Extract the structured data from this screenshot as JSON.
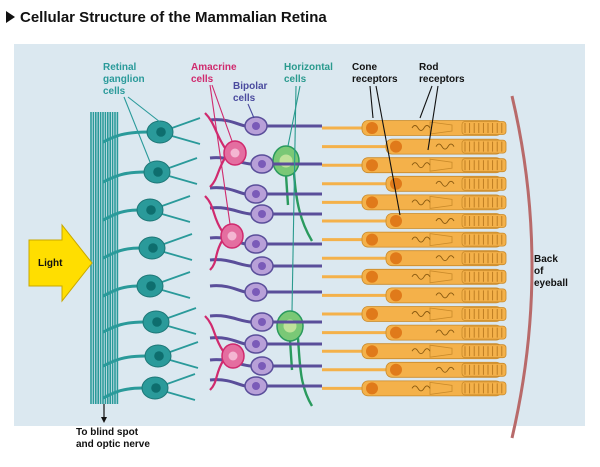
{
  "title": "Cellular Structure of the Mammalian Retina",
  "labels": {
    "ganglion": [
      "Retinal",
      "ganglion",
      "cells"
    ],
    "amacrine": [
      "Amacrine",
      "cells"
    ],
    "bipolar": [
      "Bipolar",
      "cells"
    ],
    "horizontal": [
      "Horizontal",
      "cells"
    ],
    "cone": [
      "Cone",
      "receptors"
    ],
    "rod": [
      "Rod",
      "receptors"
    ],
    "light": "Light",
    "back": [
      "Back",
      "of",
      "eyeball"
    ],
    "optic": [
      "To blind spot",
      "and optic nerve"
    ]
  },
  "colors": {
    "background": "#dbe8f0",
    "ganglion": "#2a9a9a",
    "ganglion_nucleus": "#0e6e6e",
    "ganglion_label": "#2a9a9a",
    "amacrine": "#d02a6e",
    "amacrine_label": "#d02a6e",
    "bipolar": "#5a4e9a",
    "bipolar_label": "#4a4a9e",
    "horizontal": "#2a9a5e",
    "horizontal_label": "#2a9a8e",
    "receptor": "#f4b14a",
    "receptor_nucleus": "#e07a1a",
    "light_arrow": "#ffde00",
    "eyeball": "#b86a6a"
  }
}
